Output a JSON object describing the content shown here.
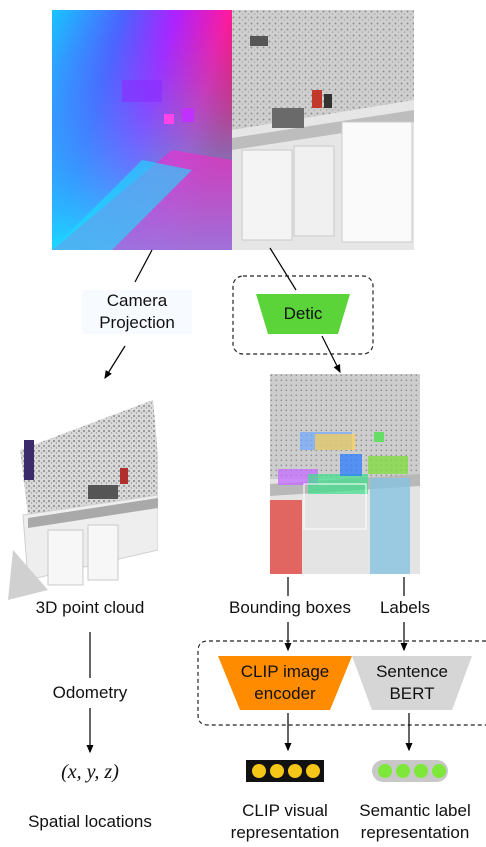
{
  "labels": {
    "camera_projection": [
      "Camera",
      "Projection"
    ],
    "detic": "Detic",
    "point_cloud": "3D point cloud",
    "bounding_boxes": "Bounding boxes",
    "labels": "Labels",
    "odometry": "Odometry",
    "clip_encoder": [
      "CLIP image",
      "encoder"
    ],
    "sentence_bert": [
      "Sentence",
      "BERT"
    ],
    "xyz": "(x, y, z)",
    "spatial_locations": "Spatial locations",
    "clip_visual": [
      "CLIP visual",
      "representation"
    ],
    "semantic_label": [
      "Semantic label",
      "representation"
    ]
  },
  "colors": {
    "detic_fill": "#5bd43a",
    "clip_fill": "#ff8c00",
    "bert_fill": "#d6d6d6",
    "clip_vector_bg": "#111111",
    "clip_dot": "#f5c518",
    "semantic_vector_bg": "#c8c8c8",
    "semantic_dot": "#7ee83a"
  },
  "icons": {
    "depth_image": "depth-map-image",
    "rgb_image": "kitchen-rgb-image",
    "point_cloud_image": "point-cloud-render",
    "detections_image": "detected-boxes-image"
  }
}
